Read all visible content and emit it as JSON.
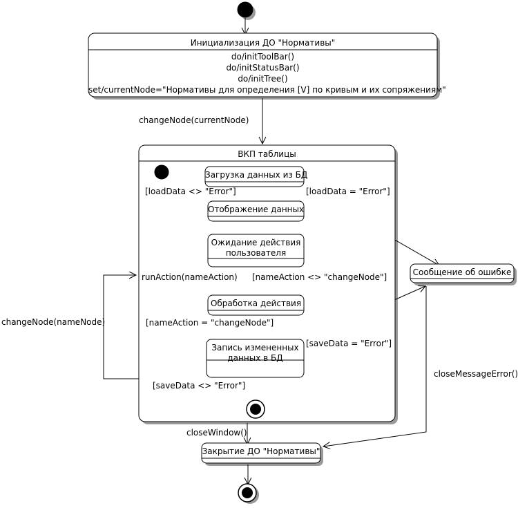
{
  "diagram": {
    "type": "uml-state-machine",
    "language": "ru",
    "background_color": "#ffffff",
    "line_color": "#000000",
    "shadow_color": "#9a9a9a"
  },
  "nodes": {
    "start": {
      "kind": "initial-state",
      "label": ""
    },
    "init_state": {
      "kind": "state",
      "title": "Инициализация ДО \"Нормативы\"",
      "actions": [
        "do/initToolBar()",
        "do/initStatusBar()",
        "do/initTree()",
        "set/currentNode=\"Нормативы для определения [V] по кривым и их сопряжениям\""
      ]
    },
    "composite": {
      "kind": "composite-state",
      "title": "ВКП таблицы"
    },
    "inner_start": {
      "kind": "initial-state",
      "label": ""
    },
    "load_data": {
      "kind": "state",
      "title": "Загрузка данных из БД"
    },
    "show_data": {
      "kind": "state",
      "title": "Отображение данных"
    },
    "wait_action": {
      "kind": "state",
      "title": "Ожидание действия пользователя",
      "lines": [
        "Ожидание действия",
        "пользователя"
      ]
    },
    "process_action": {
      "kind": "state",
      "title": "Обработка действия"
    },
    "save_data": {
      "kind": "state",
      "title": "Запись измененных данных в БД",
      "lines": [
        "Запись измененных",
        "данных в БД"
      ]
    },
    "inner_final": {
      "kind": "final-state",
      "label": ""
    },
    "error_message": {
      "kind": "state",
      "title": "Сообщение об ошибке"
    },
    "close_state": {
      "kind": "state",
      "title": "Закрытие ДО \"Нормативы\""
    },
    "final": {
      "kind": "final-state",
      "label": ""
    }
  },
  "edges": [
    {
      "id": "e1",
      "from": "start",
      "to": "init_state",
      "label": ""
    },
    {
      "id": "e2",
      "from": "init_state",
      "to": "composite",
      "label": "changeNode(currentNode)"
    },
    {
      "id": "e3",
      "from": "inner_start",
      "to": "load_data",
      "label": ""
    },
    {
      "id": "e4",
      "from": "load_data",
      "to": "show_data",
      "label": "[loadData <> \"Error\"]"
    },
    {
      "id": "e5",
      "from": "load_data",
      "to": "error_message",
      "label": "[loadData = \"Error\"]"
    },
    {
      "id": "e6",
      "from": "show_data",
      "to": "wait_action",
      "label": ""
    },
    {
      "id": "e7",
      "from": "wait_action",
      "to": "process_action",
      "label": ""
    },
    {
      "id": "e8",
      "from": "process_action",
      "to": "wait_action",
      "label": "[nameAction <> \"changeNode\"]"
    },
    {
      "id": "e9",
      "from": "process_action",
      "to": "save_data",
      "label": "[nameAction = \"changeNode\"]"
    },
    {
      "id": "e10",
      "from": "save_data",
      "to": "error_message",
      "label": "[saveData = \"Error\"]"
    },
    {
      "id": "e11",
      "from": "save_data",
      "to": "inner_final",
      "label": "[saveData <> \"Error\"]"
    },
    {
      "id": "e12",
      "from": "composite",
      "to": "composite",
      "label": "changeNode(nameNode)"
    },
    {
      "id": "e13",
      "from": "composite",
      "to": "process_action",
      "label": "runAction(nameAction)"
    },
    {
      "id": "e14",
      "from": "composite",
      "to": "close_state",
      "label": "closeWindow()"
    },
    {
      "id": "e15",
      "from": "error_message",
      "to": "close_state",
      "label": "closeMessageError()"
    },
    {
      "id": "e16",
      "from": "close_state",
      "to": "final",
      "label": ""
    }
  ],
  "labels": {
    "change_node_current": "changeNode(currentNode)",
    "load_data_ok": "[loadData <> \"Error\"]",
    "load_data_error": "[loadData = \"Error\"]",
    "run_action": "runAction(nameAction)",
    "name_action_ne": "[nameAction <> \"changeNode\"]",
    "name_action_eq": "[nameAction = \"changeNode\"]",
    "save_data_error": "[saveData = \"Error\"]",
    "save_data_ok": "[saveData <> \"Error\"]",
    "change_node_name": "changeNode(nameNode)",
    "close_window": "closeWindow()",
    "close_message_error": "closeMessageError()"
  }
}
